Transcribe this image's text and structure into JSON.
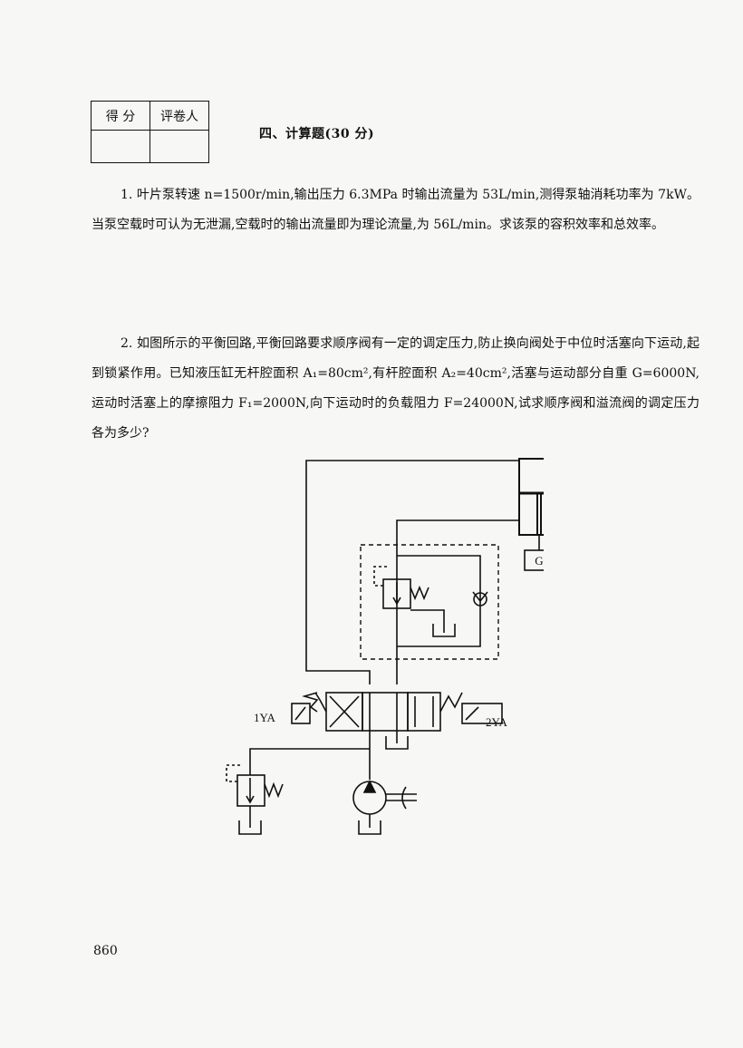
{
  "score_table": {
    "header_score": "得 分",
    "header_grader": "评卷人"
  },
  "section": {
    "title": "四、计算题(30 分)"
  },
  "questions": [
    {
      "number": "1.",
      "text": "叶片泵转速 n=1500r/min,输出压力 6.3MPa 时输出流量为 53L/min,测得泵轴消耗功率为 7kW。当泵空载时可认为无泄漏,空载时的输出流量即为理论流量,为 56L/min。求该泵的容积效率和总效率。"
    },
    {
      "number": "2.",
      "text": "如图所示的平衡回路,平衡回路要求顺序阀有一定的调定压力,防止换向阀处于中位时活塞向下运动,起到锁紧作用。已知液压缸无杆腔面积 A₁=80cm²,有杆腔面积 A₂=40cm²,活塞与运动部分自重 G=6000N,运动时活塞上的摩擦阻力 F₁=2000N,向下运动时的负载阻力 F=24000N,试求顺序阀和溢流阀的调定压力各为多少?"
    }
  ],
  "diagram": {
    "label_weight": "G",
    "label_solenoid_left": "1YA",
    "label_solenoid_right": "2YA"
  },
  "page_number": "860"
}
